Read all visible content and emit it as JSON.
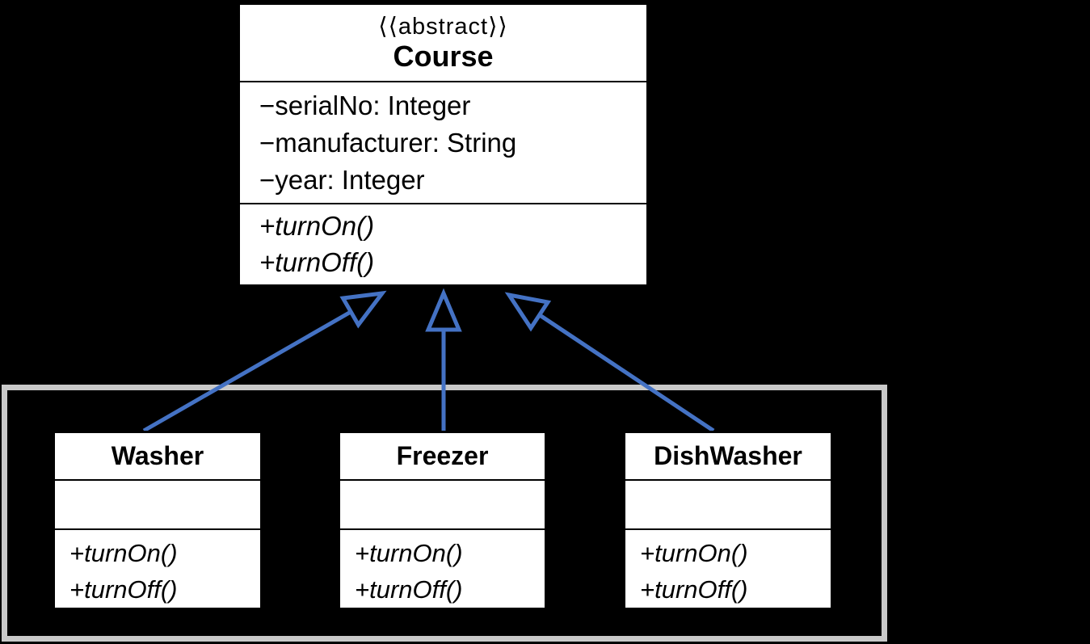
{
  "diagram": {
    "type": "uml-class-diagram",
    "colors": {
      "background": "#000000",
      "arrow": "#4472C4",
      "arrowhead_fill": "#000000",
      "group_frame_border": "#C9C9C9",
      "box_fill": "#FFFFFF",
      "box_border": "#000000"
    },
    "parent_class": {
      "stereotype": "⟨⟨abstract⟩⟩",
      "name": "Course",
      "attributes": [
        "−serialNo: Integer",
        "−manufacturer: String",
        "−year: Integer"
      ],
      "operations": [
        "+turnOn()",
        "+turnOff()"
      ]
    },
    "subclasses": [
      {
        "name": "Washer",
        "attributes": [],
        "operations": [
          "+turnOn()",
          "+turnOff()"
        ]
      },
      {
        "name": "Freezer",
        "attributes": [],
        "operations": [
          "+turnOn()",
          "+turnOff()"
        ]
      },
      {
        "name": "DishWasher",
        "attributes": [],
        "operations": [
          "+turnOn()",
          "+turnOff()"
        ]
      }
    ],
    "relationships": [
      {
        "type": "generalization",
        "from": "Washer",
        "to": "Course"
      },
      {
        "type": "generalization",
        "from": "Freezer",
        "to": "Course"
      },
      {
        "type": "generalization",
        "from": "DishWasher",
        "to": "Course"
      }
    ]
  }
}
